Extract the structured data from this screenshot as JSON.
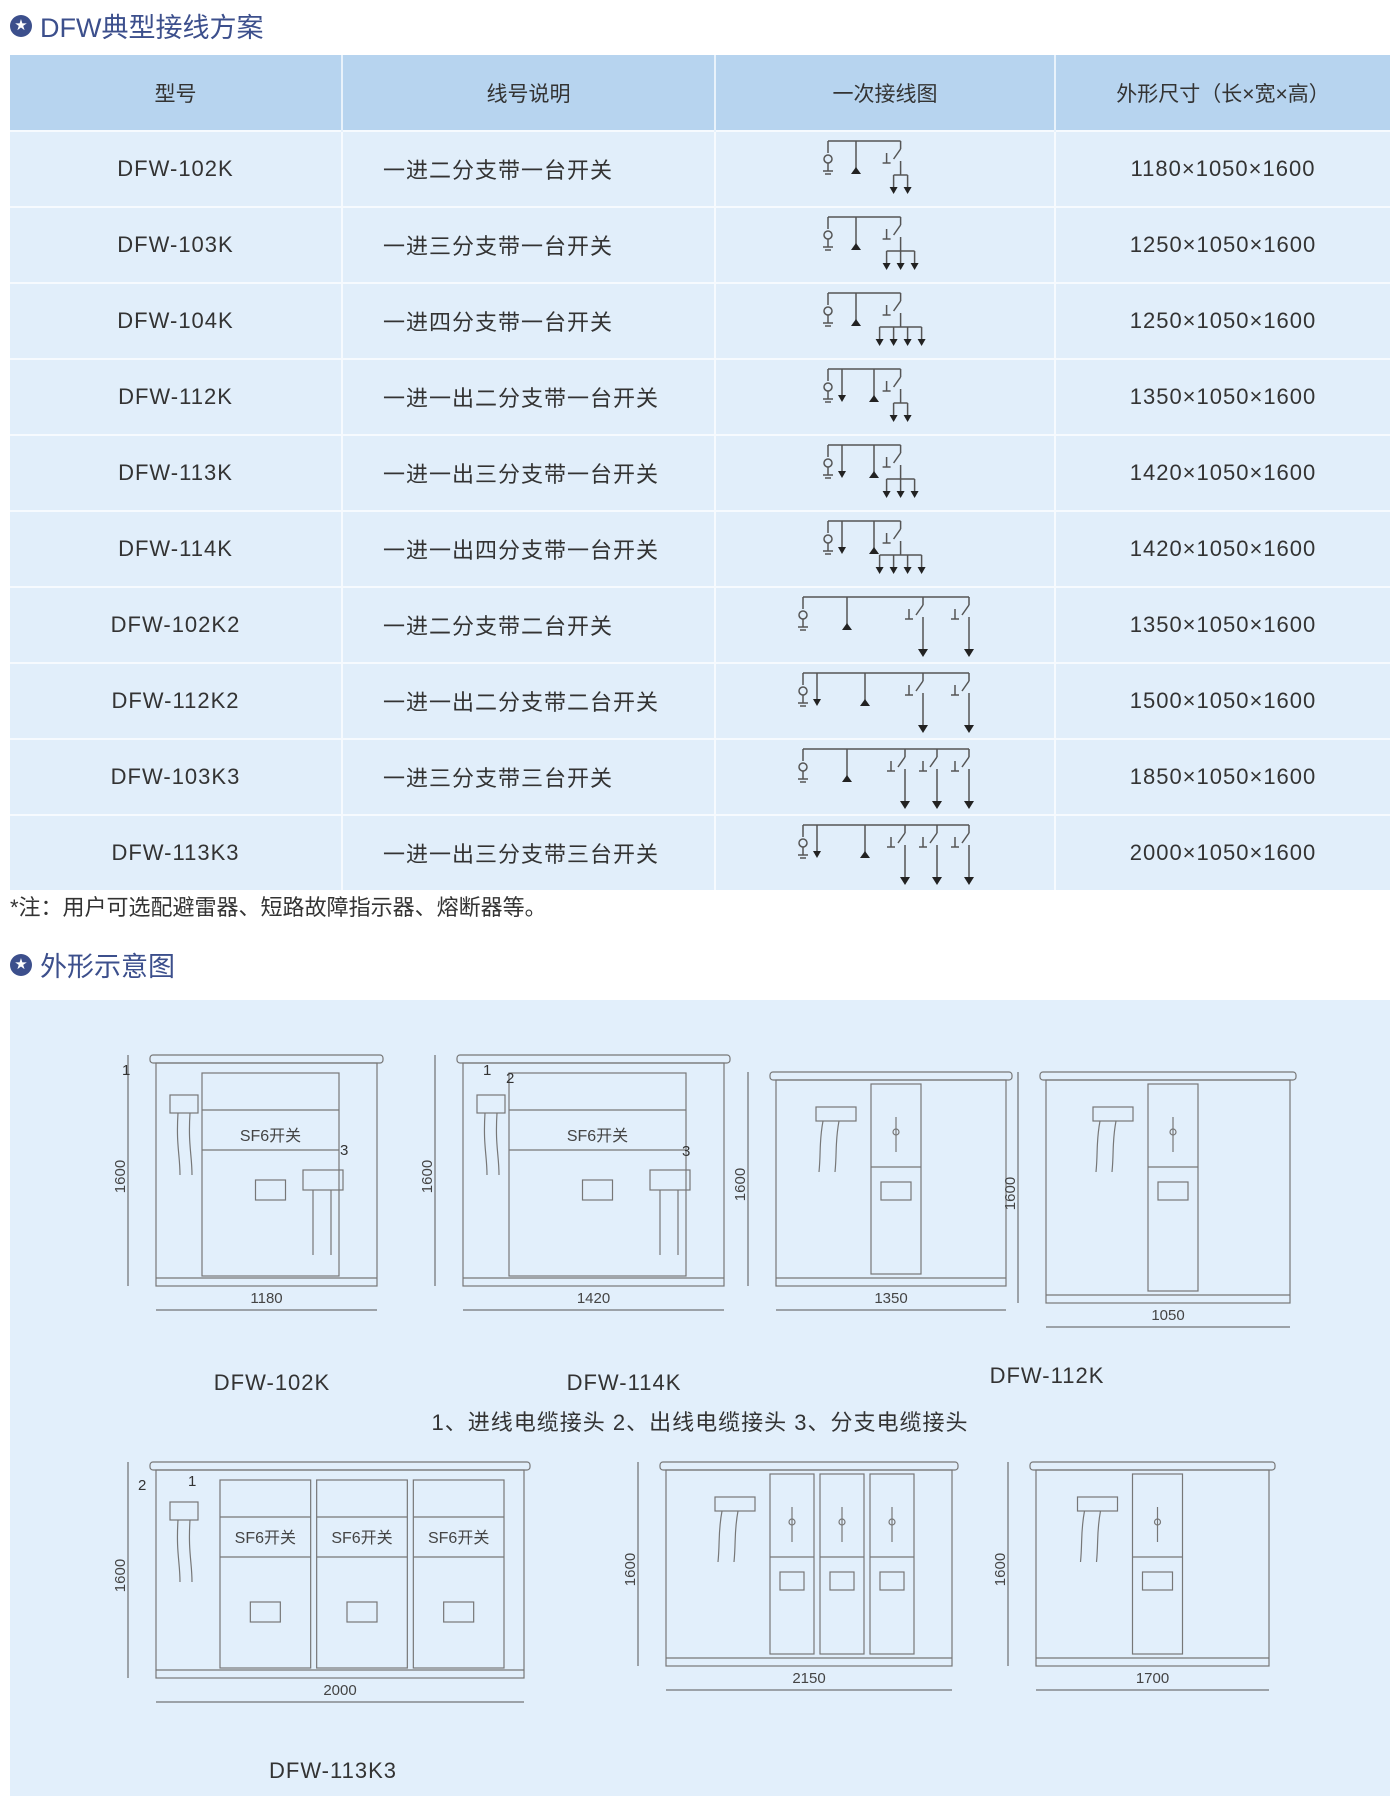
{
  "section1_title": "DFW典型接线方案",
  "table": {
    "headers": [
      "型号",
      "线号说明",
      "一次接线图",
      "外形尺寸（长×宽×高）"
    ],
    "rows": [
      {
        "model": "DFW-102K",
        "desc": "一进二分支带一台开关",
        "size": "1180×1050×1600",
        "diagram": {
          "outlets": 0,
          "switches": 1,
          "branches": 2
        }
      },
      {
        "model": "DFW-103K",
        "desc": "一进三分支带一台开关",
        "size": "1250×1050×1600",
        "diagram": {
          "outlets": 0,
          "switches": 1,
          "branches": 3
        }
      },
      {
        "model": "DFW-104K",
        "desc": "一进四分支带一台开关",
        "size": "1250×1050×1600",
        "diagram": {
          "outlets": 0,
          "switches": 1,
          "branches": 4
        }
      },
      {
        "model": "DFW-112K",
        "desc": "一进一出二分支带一台开关",
        "size": "1350×1050×1600",
        "diagram": {
          "outlets": 1,
          "switches": 1,
          "branches": 2
        }
      },
      {
        "model": "DFW-113K",
        "desc": "一进一出三分支带一台开关",
        "size": "1420×1050×1600",
        "diagram": {
          "outlets": 1,
          "switches": 1,
          "branches": 3
        }
      },
      {
        "model": "DFW-114K",
        "desc": "一进一出四分支带一台开关",
        "size": "1420×1050×1600",
        "diagram": {
          "outlets": 1,
          "switches": 1,
          "branches": 4
        }
      },
      {
        "model": "DFW-102K2",
        "desc": "一进二分支带二台开关",
        "size": "1350×1050×1600",
        "diagram": {
          "outlets": 0,
          "switches": 2,
          "branches": 1
        }
      },
      {
        "model": "DFW-112K2",
        "desc": "一进一出二分支带二台开关",
        "size": "1500×1050×1600",
        "diagram": {
          "outlets": 1,
          "switches": 2,
          "branches": 1
        }
      },
      {
        "model": "DFW-103K3",
        "desc": "一进三分支带三台开关",
        "size": "1850×1050×1600",
        "diagram": {
          "outlets": 0,
          "switches": 3,
          "branches": 1
        }
      },
      {
        "model": "DFW-113K3",
        "desc": "一进一出三分支带三台开关",
        "size": "2000×1050×1600",
        "diagram": {
          "outlets": 1,
          "switches": 3,
          "branches": 1
        }
      }
    ]
  },
  "note": "*注：用户可选配避雷器、短路故障指示器、熔断器等。",
  "section2_title": "外形示意图",
  "drawings": {
    "switch_label": "SF6开关",
    "height_dim": "1600",
    "callouts": [
      "1",
      "2",
      "3"
    ],
    "cabinets": [
      {
        "model": "DFW-102K",
        "width_dim": "1180"
      },
      {
        "model": "DFW-114K",
        "width_dim": "1420"
      },
      {
        "model": "DFW-112K",
        "width_dim": "1350"
      },
      {
        "model": "",
        "width_dim": "1050"
      },
      {
        "model": "DFW-113K3",
        "width_dim": "2000"
      },
      {
        "model": "",
        "width_dim": "2150"
      },
      {
        "model": "",
        "width_dim": "1700"
      }
    ],
    "legend": "1、进线电缆接头  2、出线电缆接头  3、分支电缆接头"
  }
}
